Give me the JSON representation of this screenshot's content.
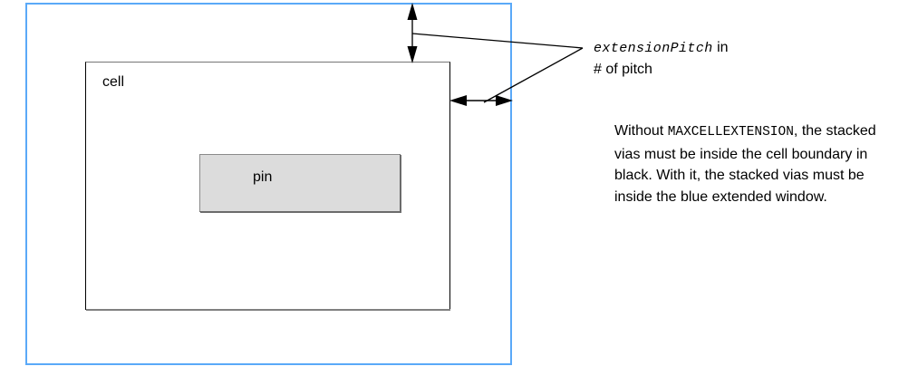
{
  "diagram": {
    "title": "extensionPitch cell extension diagram",
    "colors": {
      "extended_window_border": "#5aa9f8",
      "cell_border": "#000000",
      "pin_fill": "#dcdcdc",
      "pin_border": "#555555",
      "annotation": "#000000",
      "background": "#ffffff"
    },
    "shapes": {
      "extended_window_label": "blue extended window",
      "cell_label": "cell",
      "pin_label": "pin"
    },
    "annotations": {
      "vertical_arrow_name": "extensionPitch vertical gap",
      "horizontal_arrow_name": "extensionPitch horizontal gap"
    }
  },
  "callout": {
    "term": "extensionPitch",
    "term_suffix": " in",
    "line2": "# of pitch"
  },
  "note": {
    "lead": "Without ",
    "keyword": "MAXCELLEXTENSION",
    "body": ", the stacked vias must be inside the cell boundary in black. With it, the stacked vias must be inside the blue extended window."
  }
}
